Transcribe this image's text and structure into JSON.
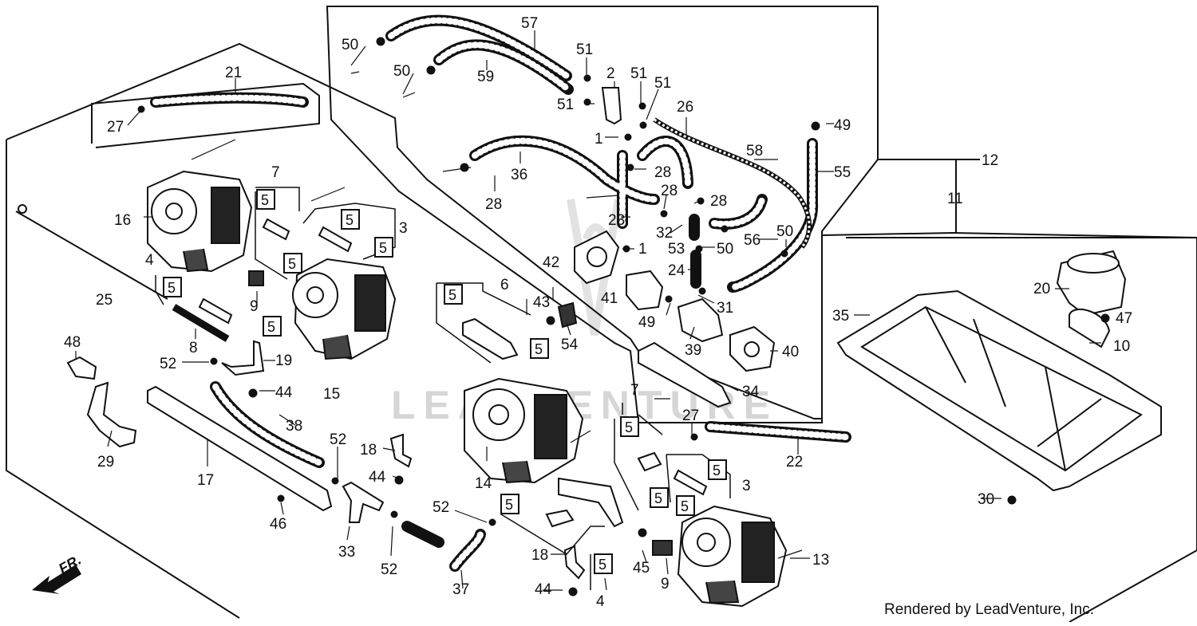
{
  "credit": "Rendered by LeadVenture, Inc.",
  "watermark": "LEADVENTURE",
  "front_marker": "FR.",
  "colors": {
    "line": "#111111",
    "background": "#ffffff",
    "watermark": "#d6d6d6"
  },
  "callouts": [
    "1",
    "1",
    "2",
    "3",
    "3",
    "4",
    "4",
    "5",
    "6",
    "7",
    "7",
    "8",
    "9",
    "9",
    "10",
    "11",
    "12",
    "13",
    "14",
    "15",
    "16",
    "17",
    "18",
    "18",
    "19",
    "20",
    "21",
    "22",
    "23",
    "24",
    "25",
    "26",
    "27",
    "27",
    "28",
    "28",
    "28",
    "28",
    "29",
    "30",
    "31",
    "32",
    "33",
    "34",
    "35",
    "36",
    "37",
    "38",
    "39",
    "40",
    "41",
    "42",
    "43",
    "44",
    "44",
    "44",
    "45",
    "46",
    "47",
    "48",
    "49",
    "49",
    "50",
    "50",
    "50",
    "50",
    "51",
    "51",
    "51",
    "51",
    "52",
    "52",
    "52",
    "52",
    "53",
    "54",
    "55",
    "56",
    "57",
    "58",
    "59"
  ]
}
